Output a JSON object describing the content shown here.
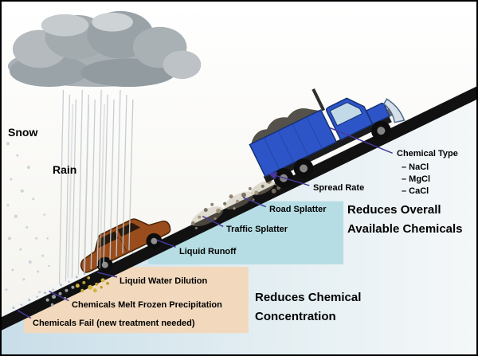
{
  "colors": {
    "leader": "#46389b",
    "truck_blue": "#2d55c8",
    "car_brown": "#9a4d1c",
    "box_cool": "#b7dde4",
    "box_warm": "#f2d9bd",
    "road": "#111111"
  },
  "labels": {
    "snow": "Snow",
    "rain": "Rain",
    "chemical_type": "Chemical Type",
    "chem_list": [
      "– NaCl",
      "– MgCl",
      "– CaCl"
    ],
    "spread_rate": "Spread Rate",
    "road_splatter": "Road Splatter",
    "traffic_splatter": "Traffic Splatter",
    "liquid_runoff": "Liquid Runoff",
    "liquid_water_dilution": "Liquid Water Dilution",
    "chemicals_melt": "Chemicals Melt Frozen Precipitation",
    "chemicals_fail": "Chemicals Fail (new treatment needed)",
    "reduces_overall": "Reduces Overall Available Chemicals",
    "reduces_concentration": "Reduces Chemical Concentration"
  }
}
